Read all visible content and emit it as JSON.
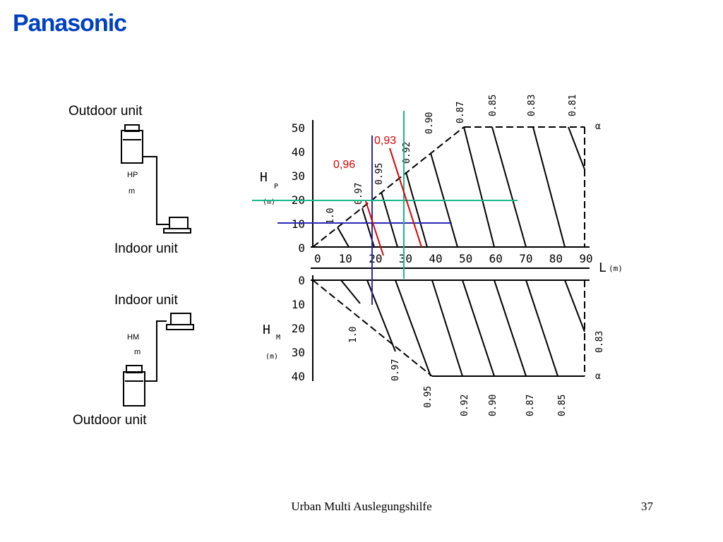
{
  "brand": "Panasonic",
  "footer": {
    "title": "Urban Multi Auslegungshilfe",
    "page": "37"
  },
  "schematic_top": {
    "outdoor_label": "Outdoor unit",
    "hp_label": "HP",
    "m_label": "m",
    "indoor_label": "Indoor unit"
  },
  "schematic_bottom": {
    "indoor_label": "Indoor unit",
    "hm_label": "HM",
    "m_label": "m",
    "outdoor_label": "Outdoor unit"
  },
  "chart": {
    "l_label": "L",
    "l_unit": "(m)",
    "hp_label": "H",
    "hp_sub": "P",
    "hp_unit": "(m)",
    "hm_label": "H",
    "hm_sub": "M",
    "hm_unit": "(m)",
    "alpha_symbol": "α",
    "l_ticks": [
      "0",
      "10",
      "20",
      "30",
      "40",
      "50",
      "60",
      "70",
      "80",
      "90"
    ],
    "hp_ticks": [
      "0",
      "10",
      "20",
      "30",
      "40",
      "50"
    ],
    "hm_ticks": [
      "0",
      "10",
      "20",
      "30",
      "40"
    ],
    "top_curve_labels": [
      "1.0",
      "0.97",
      "0.95",
      "0.92",
      "0.90",
      "0.87",
      "0.85",
      "0.83",
      "0.81"
    ],
    "bottom_curve_labels": [
      "1.0",
      "0.97",
      "0.95",
      "0.92",
      "0.90",
      "0.87",
      "0.85",
      "0.83"
    ],
    "annotations": [
      "0,93",
      "0,96"
    ],
    "colors": {
      "annotation": "#dd0000",
      "blue_lines": "#2a2ab8",
      "green_lines": "#18b88a",
      "brand": "#0041c0"
    }
  }
}
